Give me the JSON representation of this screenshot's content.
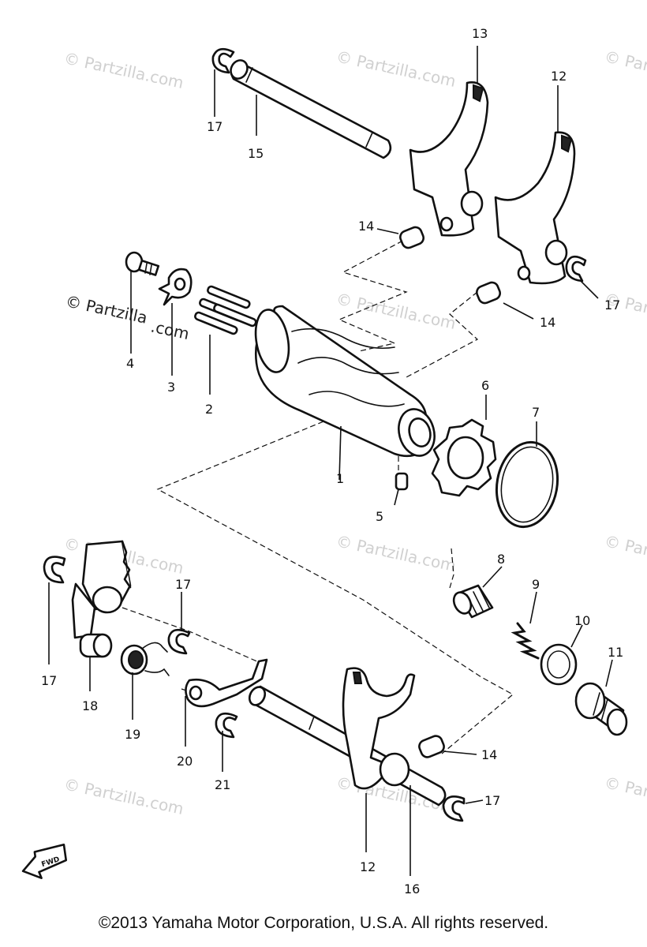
{
  "watermarks": {
    "light": "© Partzilla.com",
    "dark_line1": "© Partzilla",
    "dark_line2": ".com"
  },
  "fwd_label": "FWD",
  "callouts": {
    "c1": "1",
    "c2": "2",
    "c3": "3",
    "c4": "4",
    "c5": "5",
    "c6": "6",
    "c7": "7",
    "c8": "8",
    "c9": "9",
    "c10": "10",
    "c11": "11",
    "c12a": "12",
    "c12b": "12",
    "c13": "13",
    "c14a": "14",
    "c14b": "14",
    "c14c": "14",
    "c15": "15",
    "c16": "16",
    "c17a": "17",
    "c17b": "17",
    "c17c": "17",
    "c17d": "17",
    "c17e": "17",
    "c18": "18",
    "c19": "19",
    "c20": "20",
    "c21": "21"
  },
  "copyright": "©2013 Yamaha Motor Corporation, U.S.A. All rights reserved."
}
